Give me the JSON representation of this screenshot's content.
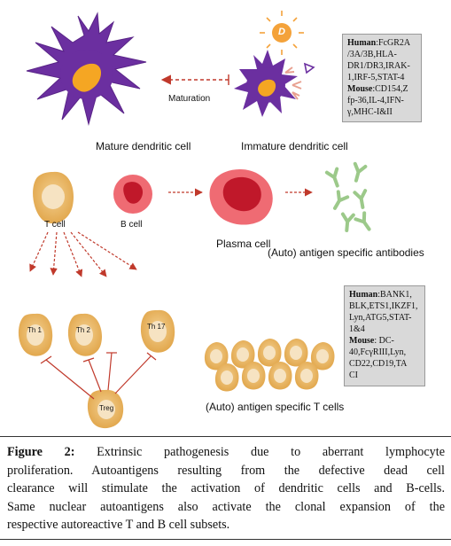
{
  "labels": {
    "mature_dc": "Mature dendritic cell",
    "immature_dc": "Immature dendritic cell",
    "maturation": "Maturation",
    "t_cell": "T cell",
    "b_cell": "B cell",
    "plasma_cell": "Plasma cell",
    "antibodies": "(Auto) antigen specific antibodies",
    "t_cells": "(Auto) antigen specific T cells",
    "th1": "Th 1",
    "th2": "Th 2",
    "th17": "Th 17",
    "treg": "Treg",
    "d_letter": "D"
  },
  "box1": {
    "lines": [
      {
        "bold": "Human",
        "text": ":FcGR2A"
      },
      {
        "bold": "",
        "text": "/3A/3B,HLA-"
      },
      {
        "bold": "",
        "text": "DR1/DR3,IRAK-"
      },
      {
        "bold": "",
        "text": "1,IRF-5,STAT-4"
      },
      {
        "bold": "Mouse",
        "text": ":CD154,Z"
      },
      {
        "bold": "",
        "text": "fp-36,IL-4,IFN-"
      },
      {
        "bold": "",
        "text": "γ,MHC-I&II"
      }
    ]
  },
  "box2": {
    "lines": [
      {
        "bold": "Human",
        "text": ":BANK1,"
      },
      {
        "bold": "",
        "text": "BLK,ETS1,IKZF1,"
      },
      {
        "bold": "",
        "text": "Lyn,ATG5,STAT-"
      },
      {
        "bold": "",
        "text": "1&4"
      },
      {
        "bold": "Mouse",
        "text": ": DC-"
      },
      {
        "bold": "",
        "text": "40,FcγRIII,Lyn,"
      },
      {
        "bold": "",
        "text": "CD22,CD19,TA"
      },
      {
        "bold": "",
        "text": "CI"
      }
    ]
  },
  "caption": {
    "figure_label": "Figure 2:",
    "lines": [
      " Extrinsic pathogenesis due to aberrant lymphocyte",
      "proliferation. Autoantigens resulting from the defective dead cell",
      "clearance will stimulate the activation of dendritic cells and B-cells.",
      "Same nuclear autoantigens also activate the clonal expansion of the",
      "respective autoreactive T and B cell subsets."
    ]
  },
  "colors": {
    "dc_purple": "#6b2fa0",
    "nucleus_orange": "#f5a623",
    "arrow_red": "#c0392b",
    "tcell_orange": "#e8b56a",
    "tcell_inner": "#f6e3c2",
    "bcell_pink": "#ef6b73",
    "bcell_inner": "#c0182a",
    "antibody_green": "#9cc98a",
    "sun_orange": "#f4a23a",
    "box_gray": "#d9d9d9"
  }
}
